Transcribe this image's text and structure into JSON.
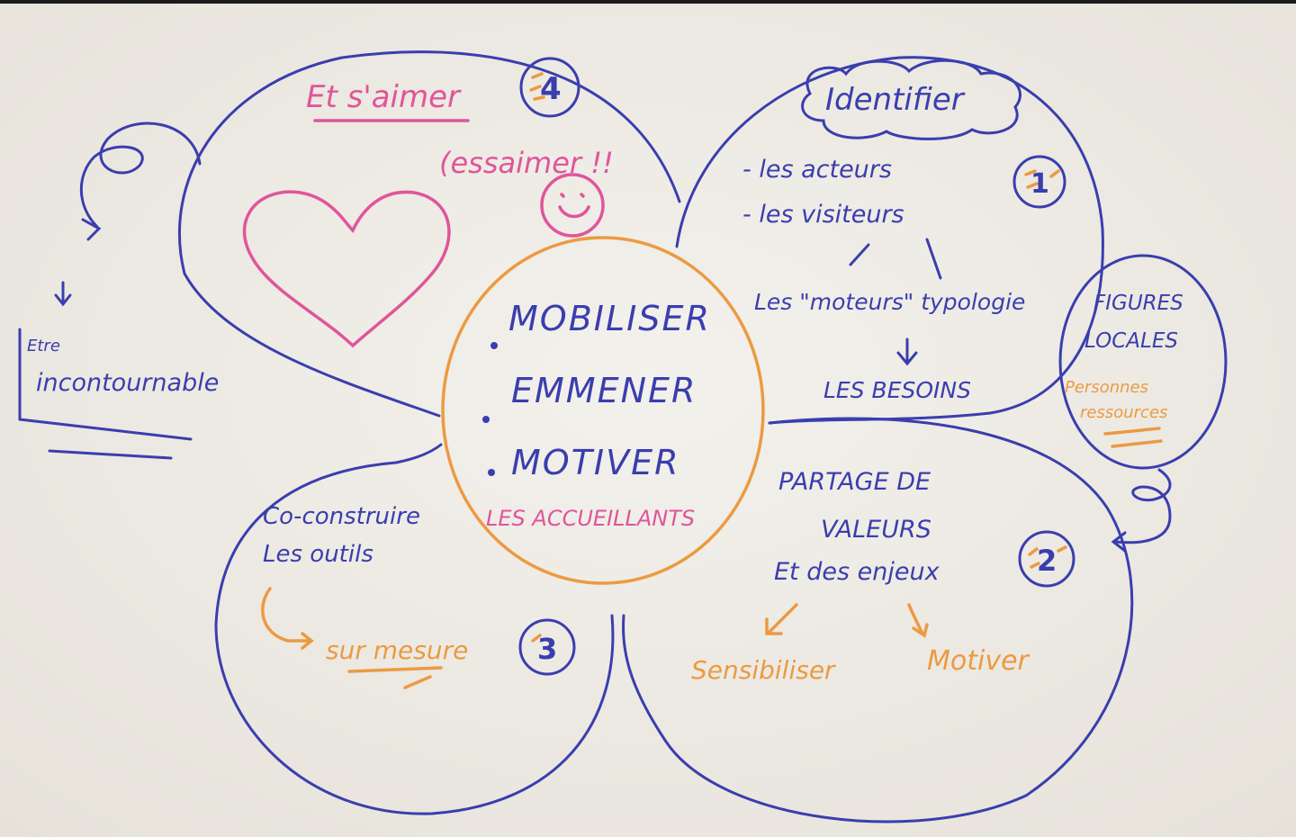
{
  "colors": {
    "paper": "#f1eee8",
    "blue_marker": "#3a3eae",
    "orange_marker": "#ec9a42",
    "pink_marker": "#e0559a"
  },
  "center": {
    "items": [
      "MOBILISER",
      "EMMENER",
      "MOTIVER"
    ],
    "subtitle": "LES ACCUEILLANTS"
  },
  "top_left": {
    "title": "Et s'aimer",
    "subtitle": "(essaimer !!",
    "number": "4"
  },
  "top_right": {
    "title": "Identifier",
    "items": [
      "- les acteurs",
      "- les visiteurs"
    ],
    "typology": "Les \"moteurs\" typologie",
    "needs": "LES BESOINS",
    "number": "1"
  },
  "small_circle": {
    "title_1": "FIGURES",
    "title_2": "LOCALES",
    "note_1": "Personnes",
    "note_2": "ressources"
  },
  "bottom_right": {
    "line_1": "PARTAGE DE",
    "line_2": "VALEURS",
    "line_3": "Et des enjeux",
    "left_branch": "Sensibiliser",
    "right_branch": "Motiver",
    "number": "2"
  },
  "bottom_left": {
    "line_1": "Co-construire",
    "line_2": "Les outils",
    "note": "sur mesure",
    "number": "3"
  },
  "side_note": {
    "line_1": "Etre",
    "line_2": "incontournable"
  }
}
